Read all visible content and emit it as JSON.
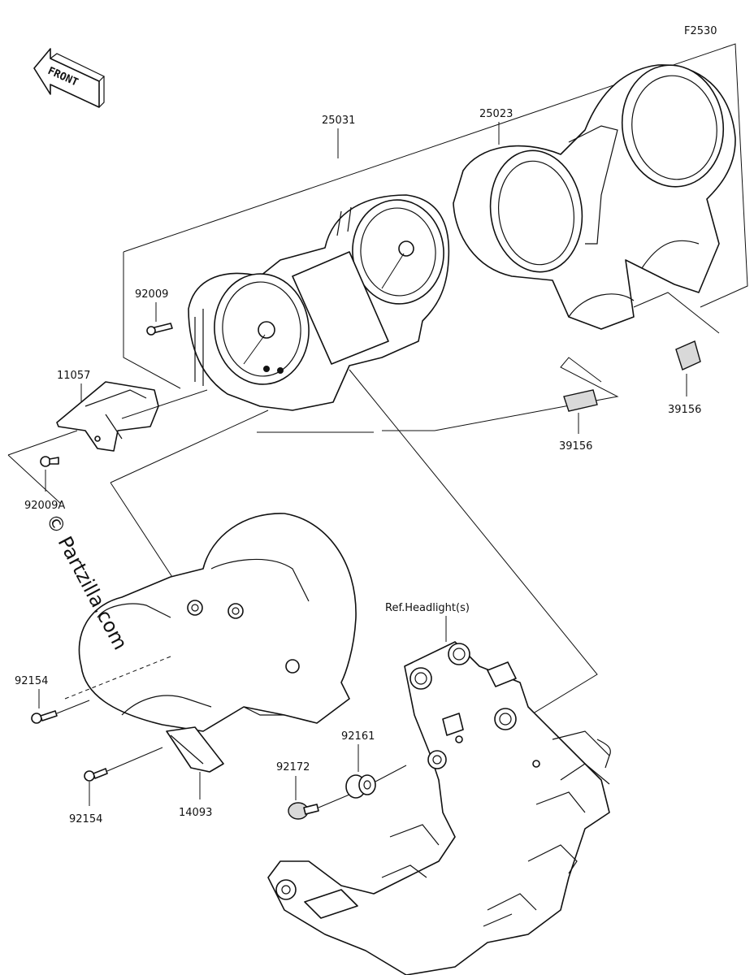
{
  "figure_code": "F2530",
  "front_label": "FRONT",
  "reference_text": "Ref.Headlight(s)",
  "watermark": "© Partzilla.com",
  "callouts": [
    {
      "id": "c1",
      "text": "25031"
    },
    {
      "id": "c2",
      "text": "25023"
    },
    {
      "id": "c3",
      "text": "92009"
    },
    {
      "id": "c4",
      "text": "11057"
    },
    {
      "id": "c5",
      "text": "92009A"
    },
    {
      "id": "c6",
      "text": "39156"
    },
    {
      "id": "c7",
      "text": "39156"
    },
    {
      "id": "c8",
      "text": "92154"
    },
    {
      "id": "c9",
      "text": "92154"
    },
    {
      "id": "c10",
      "text": "14093"
    },
    {
      "id": "c11",
      "text": "92161"
    },
    {
      "id": "c12",
      "text": "92172"
    }
  ]
}
